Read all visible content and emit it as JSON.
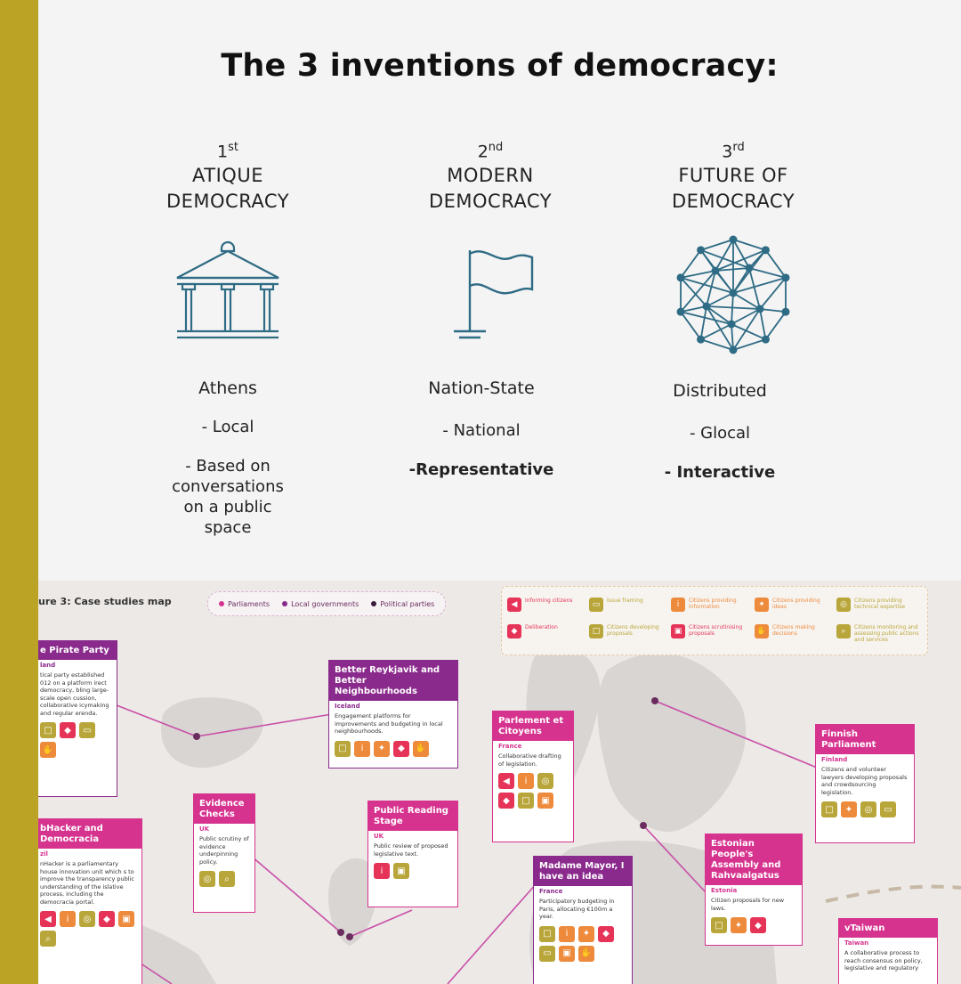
{
  "title": "The 3 inventions of democracy:",
  "columns": [
    {
      "ordinal_num": "1",
      "ordinal_suffix": "st",
      "name_line1": "ATIQUE",
      "name_line2": "DEMOCRACY",
      "icon": "temple-icon",
      "place": "Athens",
      "feature1": "- Local",
      "feature2": "- Based on conversations on a public space"
    },
    {
      "ordinal_num": "2",
      "ordinal_suffix": "nd",
      "name_line1": "MODERN",
      "name_line2": "DEMOCRACY",
      "icon": "flag-icon",
      "place": "Nation-State",
      "feature1": "- National",
      "feature2": "-Representative"
    },
    {
      "ordinal_num": "3",
      "ordinal_suffix": "rd",
      "name_line1": "FUTURE OF",
      "name_line2": "DEMOCRACY",
      "icon": "network-icon",
      "place": "Distributed",
      "feature1": "- Glocal",
      "feature2": "- Interactive"
    }
  ],
  "colors": {
    "sidebar": "#bba326",
    "icon": "#2e6b84",
    "parliaments": "#d6338f",
    "local_gov": "#8a2a8c",
    "parties": "#3a1a3a"
  },
  "map": {
    "figure_title": "ure 3: Case studies map",
    "legend_org": [
      "Parliaments",
      "Local governments",
      "Political parties"
    ],
    "legend_types": [
      {
        "label": "Informing citizens",
        "icon": "megaphone-icon"
      },
      {
        "label": "Issue framing",
        "icon": "frame-icon"
      },
      {
        "label": "Citizens providing information",
        "icon": "info-icon"
      },
      {
        "label": "Citizens providing ideas",
        "icon": "idea-icon"
      },
      {
        "label": "Citizens providing technical expertise",
        "icon": "expertise-icon"
      },
      {
        "label": "Deliberation",
        "icon": "chat-icon"
      },
      {
        "label": "Citizens developing proposals",
        "icon": "proposal-icon"
      },
      {
        "label": "Citizens scrutinising proposals",
        "icon": "scrutiny-icon"
      },
      {
        "label": "Citizens making decisions",
        "icon": "decision-icon"
      },
      {
        "label": "Citizens monitoring and assessing public actions and services",
        "icon": "monitor-icon"
      }
    ],
    "cards": {
      "pirate": {
        "title": "e Pirate Party",
        "country": "land",
        "desc": "tical party established 012 on a platform irect democracy, bling large-scale open cussion, collaborative icymaking and regular erenda."
      },
      "reykjavik": {
        "title": "Better Reykjavik and Better Neighbourhoods",
        "country": "Iceland",
        "desc": "Engagement platforms for improvements and budgeting in local neighbourhoods."
      },
      "parlement": {
        "title": "Parlement et Citoyens",
        "country": "France",
        "desc": "Collaborative drafting of legislation."
      },
      "finnish": {
        "title": "Finnish Parliament",
        "country": "Finland",
        "desc": "Citizens and volunteer lawyers developing proposals and crowdsourcing legislation."
      },
      "evidence": {
        "title": "Evidence Checks",
        "country": "UK",
        "desc": "Public scrutiny of evidence underpinning policy."
      },
      "reading": {
        "title": "Public Reading Stage",
        "country": "UK",
        "desc": "Public review of proposed legislative text."
      },
      "labhacker": {
        "title": "bHacker and Democracia",
        "country": "zil",
        "desc": "nHacker is a parliamentary house innovation unit which s to improve the transparency public understanding of the islative process, including the democracia portal."
      },
      "mayor": {
        "title": "Madame Mayor, I have an idea",
        "country": "France",
        "desc": "Participatory budgeting in Paris, allocating €100m a year."
      },
      "estonian": {
        "title": "Estonian People's Assembly and Rahvaalgatus",
        "country": "Estonia",
        "desc": "Citizen proposals for new laws."
      },
      "vtaiwan": {
        "title": "vTaiwan",
        "country": "Taiwan",
        "desc": "A collaborative process to reach consensus on policy, legislative and regulatory"
      }
    }
  }
}
